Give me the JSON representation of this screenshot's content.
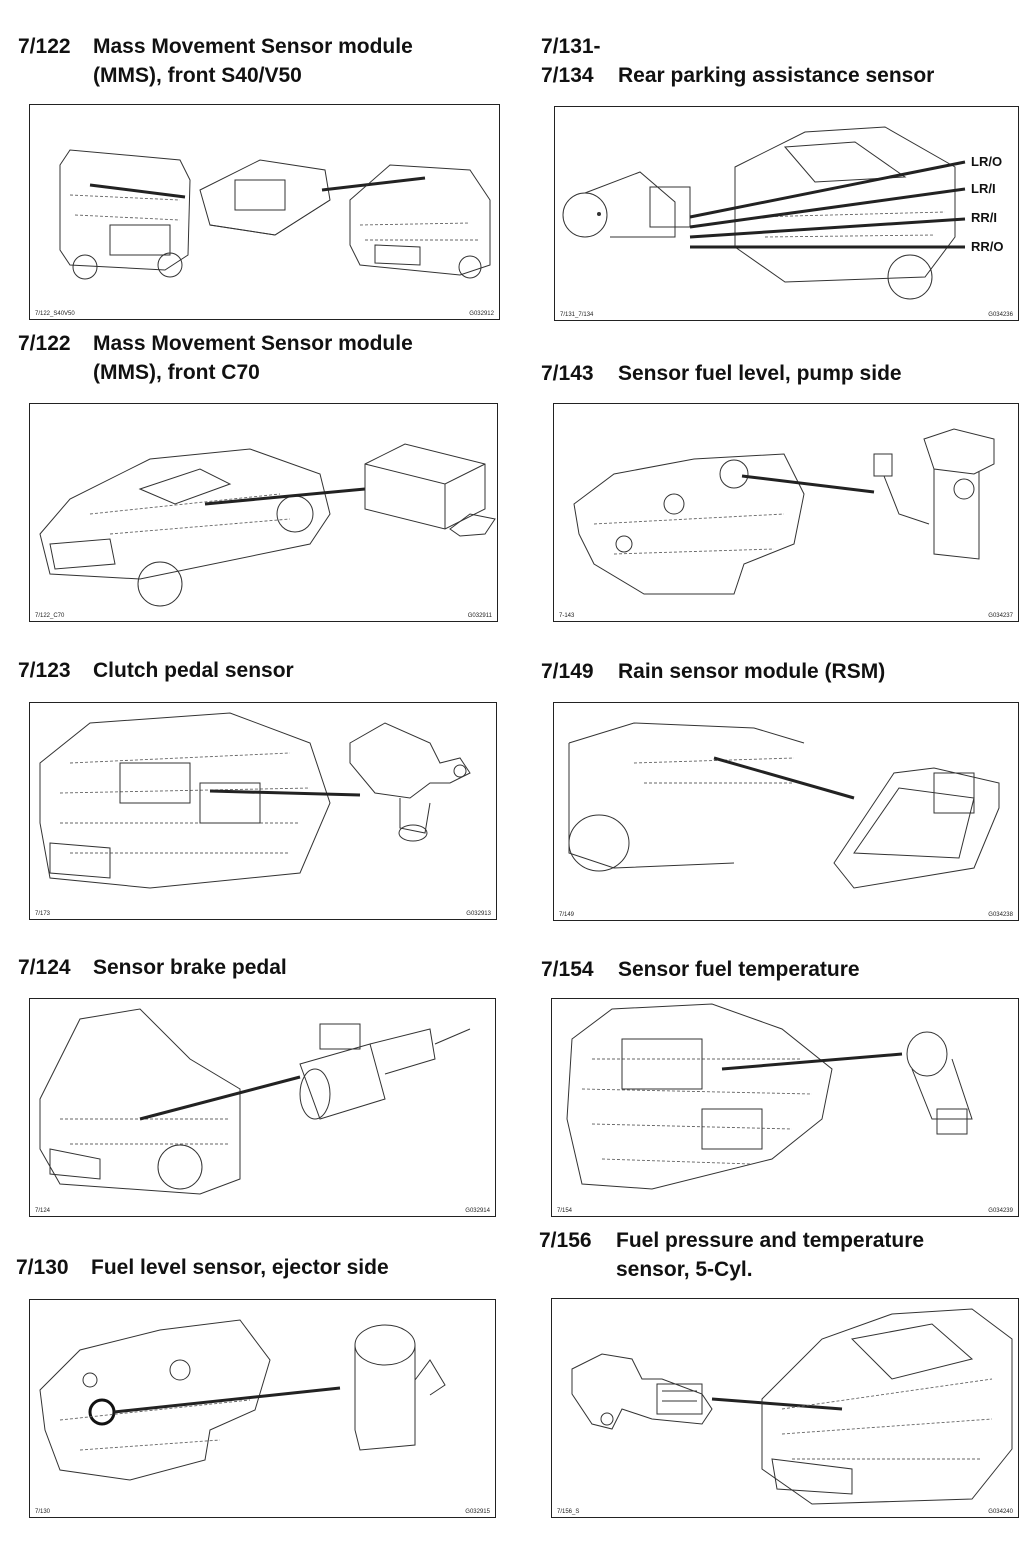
{
  "sections": [
    {
      "code": "7/122",
      "title_lines": [
        "Mass Movement Sensor module",
        "(MMS), front S40/V50"
      ],
      "ref_left": "7/122_S40V50",
      "ref_right": "G032912"
    },
    {
      "code": "7/131-\n7/134",
      "code_lines": [
        "7/131-",
        "7/134"
      ],
      "title_lines": [
        "",
        "Rear parking assistance sensor"
      ],
      "ref_left": "7/131_7/134",
      "ref_right": "G034236",
      "wire_labels": [
        "LR/O",
        "LR/I",
        "RR/I",
        "RR/O"
      ]
    },
    {
      "code": "7/122",
      "title_lines": [
        "Mass Movement Sensor module",
        "(MMS), front C70"
      ],
      "ref_left": "7/122_C70",
      "ref_right": "G032911"
    },
    {
      "code": "7/143",
      "title_lines": [
        "Sensor fuel level, pump side"
      ],
      "ref_left": "7-143",
      "ref_right": "G034237"
    },
    {
      "code": "7/123",
      "title_lines": [
        "Clutch pedal sensor"
      ],
      "ref_left": "7/173",
      "ref_right": "G032913"
    },
    {
      "code": "7/149",
      "title_lines": [
        "Rain sensor module (RSM)"
      ],
      "ref_left": "7/149",
      "ref_right": "G034238"
    },
    {
      "code": "7/124",
      "title_lines": [
        "Sensor brake pedal"
      ],
      "ref_left": "7/124",
      "ref_right": "G032914"
    },
    {
      "code": "7/154",
      "title_lines": [
        "Sensor fuel temperature"
      ],
      "ref_left": "7/154",
      "ref_right": "G034239"
    },
    {
      "code": "7/130",
      "title_lines": [
        "Fuel level sensor, ejector side"
      ],
      "ref_left": "7/130",
      "ref_right": "G032915"
    },
    {
      "code": "7/156",
      "title_lines": [
        "Fuel pressure and temperature",
        "sensor, 5-Cyl."
      ],
      "ref_left": "7/156_S",
      "ref_right": "G034240"
    }
  ]
}
